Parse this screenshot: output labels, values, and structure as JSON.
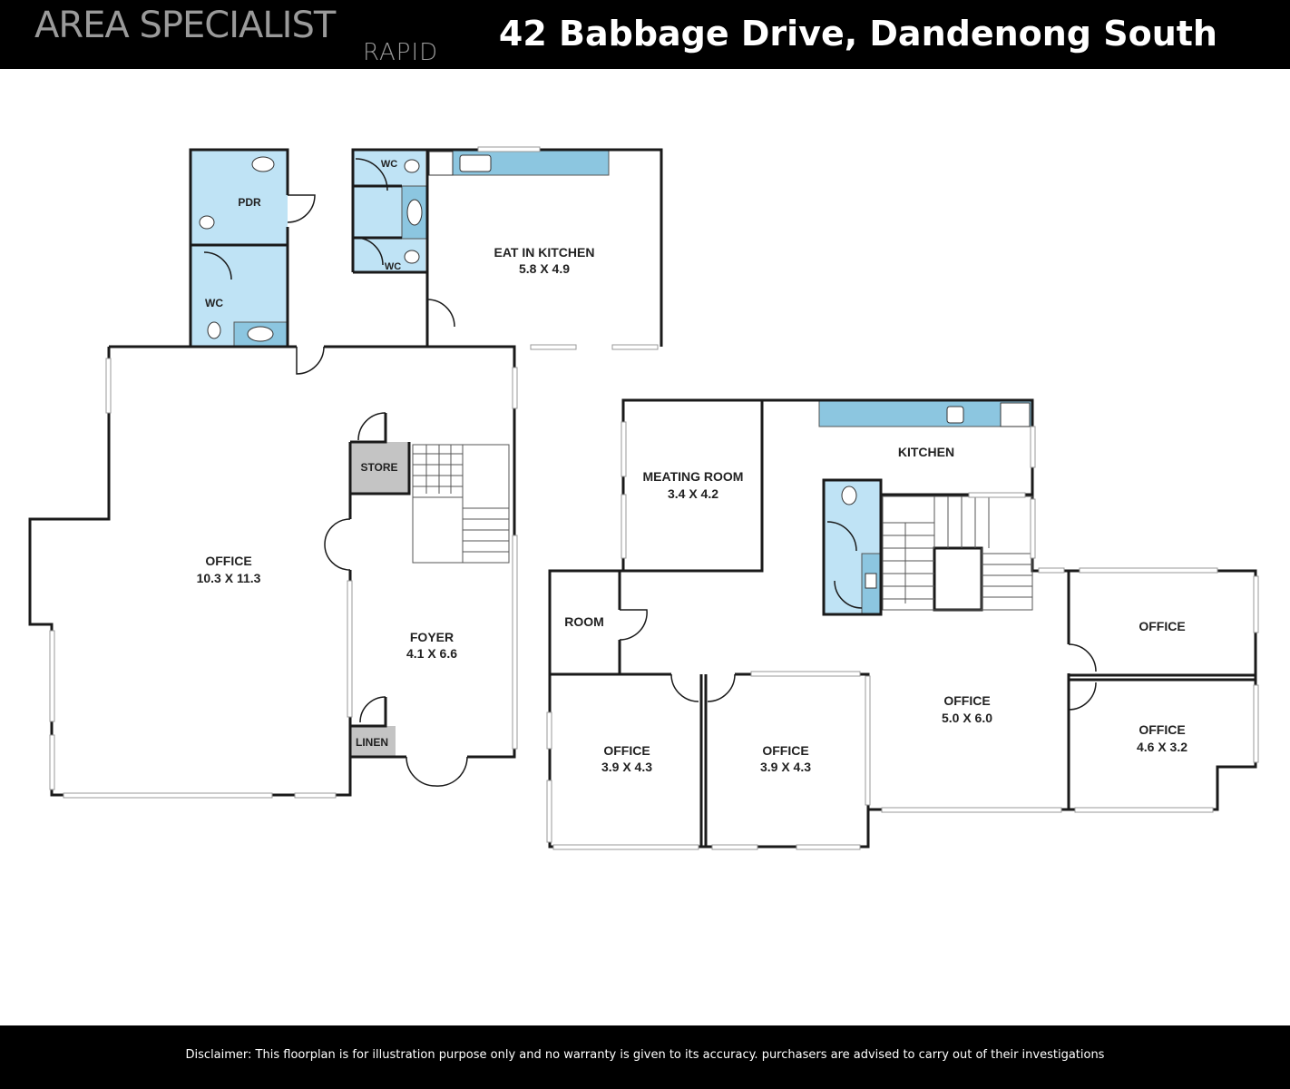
{
  "header": {
    "brand": "AREA SPECIALIST",
    "brand_sub": "RAPID",
    "address": "42 Babbage Drive, Dandenong South"
  },
  "colors": {
    "wet_area": "#bfe3f5",
    "bench": "#8cc6e0",
    "store": "#c4c4c4",
    "wall": "#1a1a1a"
  },
  "rooms": {
    "pdr": "PDR",
    "wc_left": "WC",
    "wc_top": "WC",
    "wc_bottom": "WC",
    "eat_in_kitchen": "EAT IN KITCHEN",
    "eat_in_kitchen_dim": "5.8 X 4.9",
    "store": "STORE",
    "office_main": "OFFICE",
    "office_main_dim": "10.3 X 11.3",
    "foyer": "FOYER",
    "foyer_dim": "4.1 X 6.6",
    "linen": "LINEN",
    "meating_room": "MEATING ROOM",
    "meating_room_dim": "3.4 X 4.2",
    "kitchen": "KITCHEN",
    "room": "ROOM",
    "office_a": "OFFICE",
    "office_a_dim": "3.9 X 4.3",
    "office_b": "OFFICE",
    "office_b_dim": "3.9 X 4.3",
    "office_c": "OFFICE",
    "office_c_dim": "5.0 X 6.0",
    "office_d": "OFFICE",
    "office_e": "OFFICE",
    "office_e_dim": "4.6 X 3.2"
  },
  "footer": {
    "disclaimer": "Disclaimer: This floorplan is for illustration purpose only and no warranty is given to its accuracy. purchasers are advised to carry out of their investigations"
  }
}
